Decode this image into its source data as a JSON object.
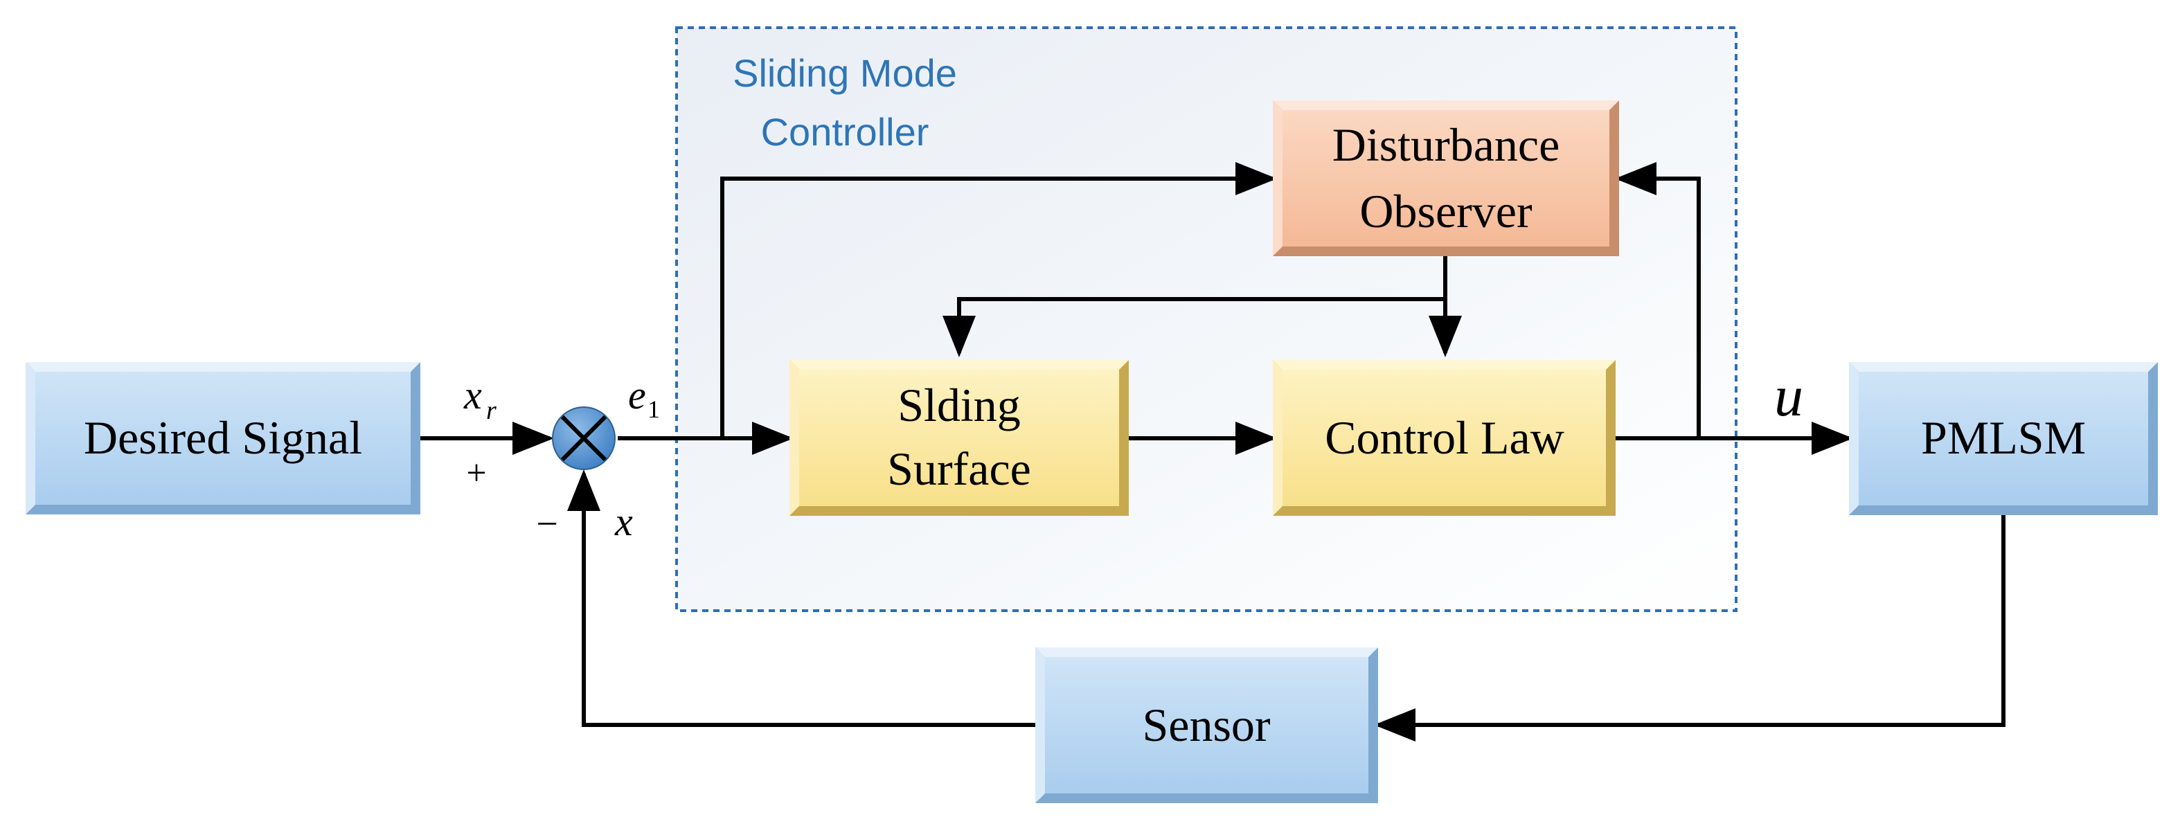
{
  "controller_group": {
    "title_line1": "Sliding Mode",
    "title_line2": "Controller"
  },
  "blocks": {
    "desired_signal": "Desired Signal",
    "disturbance_observer_line1": "Disturbance",
    "disturbance_observer_line2": "Observer",
    "sliding_surface_line1": "Slding",
    "sliding_surface_line2": "Surface",
    "control_law": "Control Law",
    "pmlsm": "PMLSM",
    "sensor": "Sensor"
  },
  "signals": {
    "reference": "x",
    "reference_subscript": "r",
    "error": "e",
    "error_subscript": "1",
    "feedback": "x",
    "control_input": "u",
    "plus_sign": "+",
    "minus_sign": "−"
  },
  "colors": {
    "blue_block": "#bcd9f2",
    "yellow_block": "#fbe9a2",
    "orange_block": "#f9cbb0",
    "summing_junction": "#5b9bd5",
    "group_border": "#2e6db5",
    "group_title": "#2e75b6"
  }
}
